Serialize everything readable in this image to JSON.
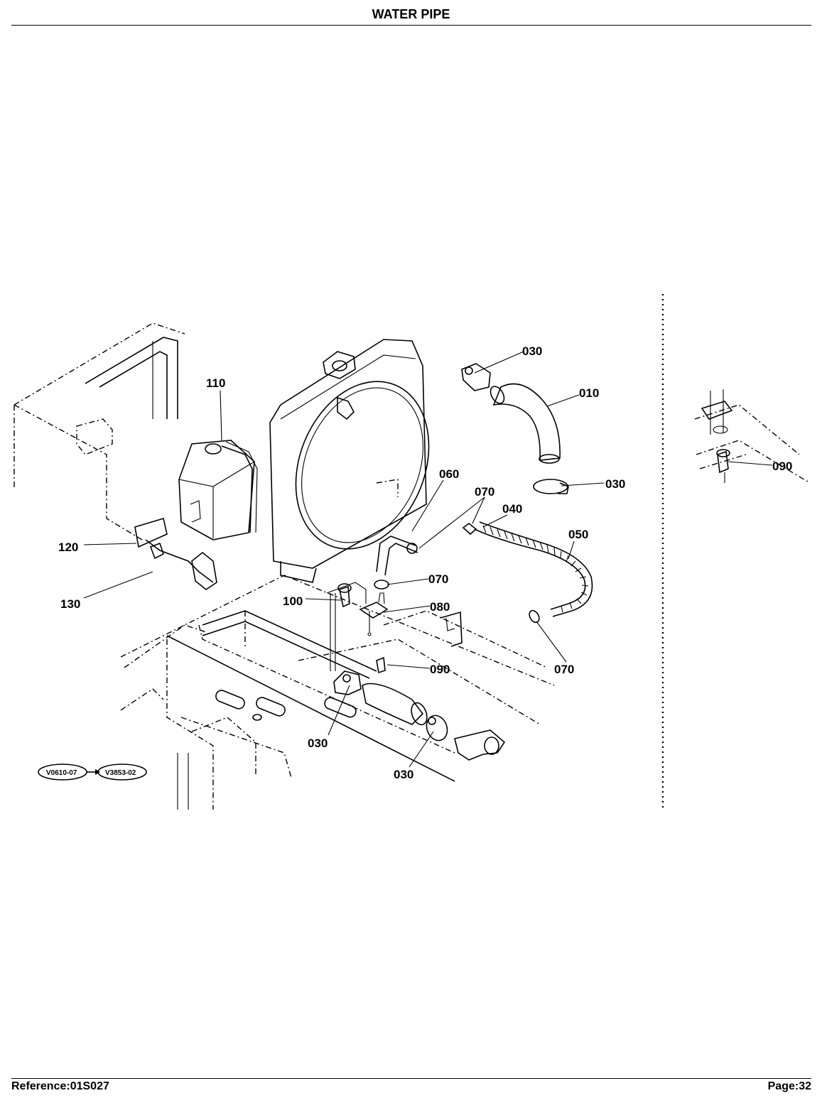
{
  "header": {
    "title": "WATER PIPE"
  },
  "footer": {
    "reference": "Reference:01S027",
    "page": "Page:32"
  },
  "callouts": {
    "c030a": "030",
    "c010": "010",
    "c110": "110",
    "c030b": "030",
    "c060": "060",
    "c070a": "070",
    "c040": "040",
    "c050": "050",
    "c120": "120",
    "c070b": "070",
    "c130": "130",
    "c100": "100",
    "c080": "080",
    "c090a": "090",
    "c070c": "070",
    "c030c": "030",
    "c030d": "030",
    "c090b": "090"
  },
  "serial_refs": {
    "from": "V0610-07",
    "to": "V3853-02"
  }
}
